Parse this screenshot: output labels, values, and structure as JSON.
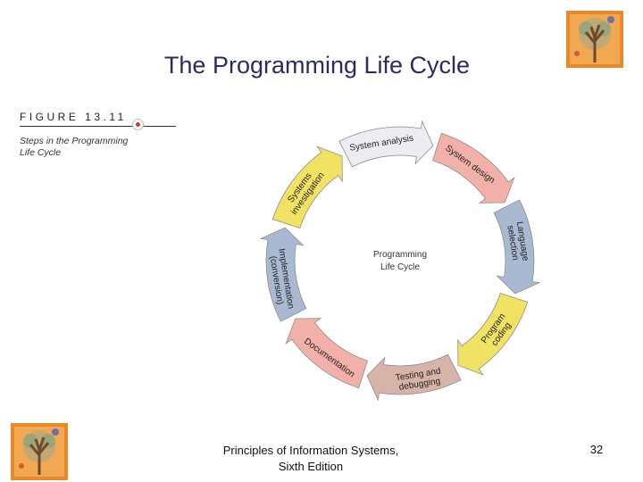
{
  "slide": {
    "title": "The Programming Life Cycle",
    "page_number": "32"
  },
  "figure": {
    "label": "FIGURE 13.11",
    "description": "Steps in the Programming Life Cycle"
  },
  "diagram": {
    "center": [
      "Programming",
      "Life Cycle"
    ],
    "steps": [
      {
        "lines": [
          "Systems",
          "investigation"
        ],
        "color": "#f2e264"
      },
      {
        "lines": [
          "System analysis"
        ],
        "color": "#ececf2"
      },
      {
        "lines": [
          "System design"
        ],
        "color": "#f3b0a8"
      },
      {
        "lines": [
          "Language",
          "selection"
        ],
        "color": "#aab9d2"
      },
      {
        "lines": [
          "Program",
          "coding"
        ],
        "color": "#f2e264"
      },
      {
        "lines": [
          "Testing and",
          "debugging"
        ],
        "color": "#d8b4a8"
      },
      {
        "lines": [
          "Documentation"
        ],
        "color": "#f3b0a8"
      },
      {
        "lines": [
          "Implementation",
          "(conversion)"
        ],
        "color": "#aab9d2"
      }
    ]
  },
  "footer": {
    "line1": "Principles of Information Systems,",
    "line2": "Sixth Edition"
  },
  "colors": {
    "title": "#2b2b63",
    "logo_orange": "#e88a2c",
    "logo_tree": "#8a6d4a"
  },
  "icons": {
    "logo": "tree-logo-icon",
    "figure_marker": "red-dot-icon"
  }
}
